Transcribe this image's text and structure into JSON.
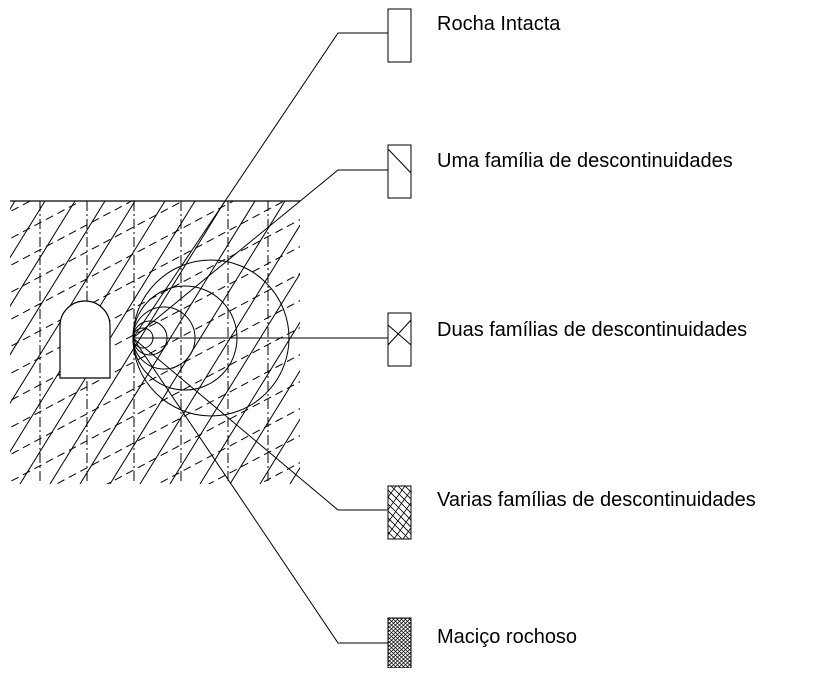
{
  "colors": {
    "ink": "#000000",
    "background": "#ffffff"
  },
  "labels": [
    {
      "id": "intact",
      "text": "Rocha Intacta"
    },
    {
      "id": "one-set",
      "text": "Uma família de descontinuidades"
    },
    {
      "id": "two-sets",
      "text": "Duas famílias de descontinuidades"
    },
    {
      "id": "many-sets",
      "text": "Varias famílias de descontinuidades"
    },
    {
      "id": "rock-mass",
      "text": "Maciço rochoso"
    }
  ]
}
